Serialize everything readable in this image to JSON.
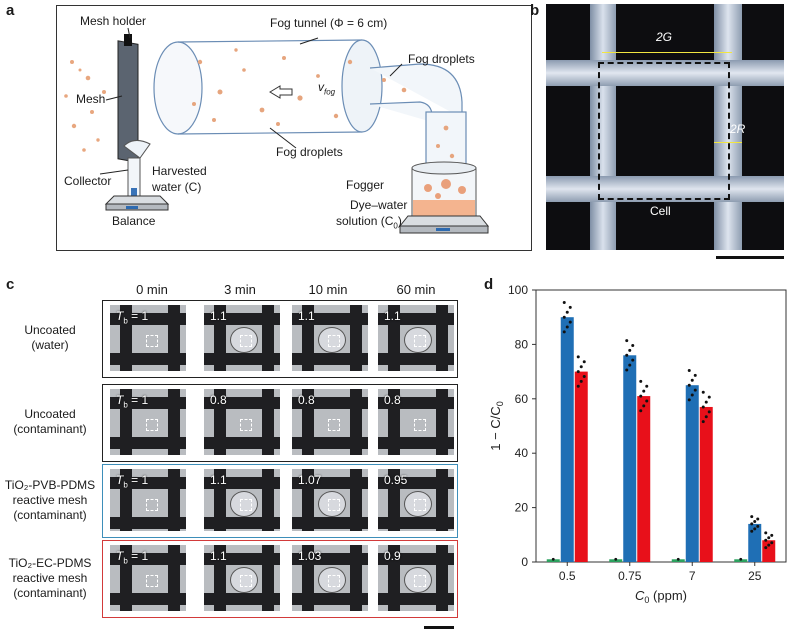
{
  "panel_labels": {
    "a": "a",
    "b": "b",
    "c": "c",
    "d": "d"
  },
  "panel_a": {
    "mesh_holder": "Mesh holder",
    "fog_tunnel": "Fog tunnel (Φ = 6 cm)",
    "fog_droplets_top": "Fog droplets",
    "mesh": "Mesh",
    "v_fog": "v",
    "v_fog_sub": "fog",
    "fog_droplets_bottom": "Fog droplets",
    "collector": "Collector",
    "harvested_1": "Harvested",
    "harvested_2": "water (C)",
    "balance": "Balance",
    "fogger": "Fogger",
    "dye_1": "Dye–water",
    "dye_2": "solution (C",
    "dye_2_sub": "0",
    "dye_2_end": ")"
  },
  "panel_b": {
    "label_2g": "2G",
    "label_2r": "2R",
    "label_cell": "Cell"
  },
  "panel_c": {
    "time_labels": [
      "0 min",
      "3 min",
      "10 min",
      "60 min"
    ],
    "rows": [
      {
        "label": [
          "Uncoated",
          "(water)"
        ],
        "values": [
          "1.1",
          "1.1",
          "1.1"
        ],
        "first": "= 1",
        "color": "#222222"
      },
      {
        "label": [
          "Uncoated",
          "(contaminant)"
        ],
        "values": [
          "0.8",
          "0.8",
          "0.8"
        ],
        "first": "= 1",
        "color": "#222222"
      },
      {
        "label": [
          "TiO₂-PVB-PDMS",
          "reactive mesh",
          "(contaminant)"
        ],
        "values": [
          "1.1",
          "1.07",
          "0.95"
        ],
        "first": "= 1",
        "color": "#3d8eb9"
      },
      {
        "label": [
          "TiO₂-EC-PDMS",
          "reactive mesh",
          "(contaminant)"
        ],
        "values": [
          "1.1",
          "1.03",
          "0.9"
        ],
        "first": "= 1",
        "color": "#d23a3a"
      }
    ],
    "symbol_t": "T",
    "symbol_sub": "b"
  },
  "chart_data": {
    "type": "bar",
    "categories": [
      "0.5",
      "0.75",
      "7",
      "25"
    ],
    "series": [
      {
        "values": [
          1,
          1,
          1,
          1
        ],
        "color": "#2ca25f"
      },
      {
        "values": [
          90,
          76,
          65,
          14
        ],
        "color": "#1f6fb5"
      },
      {
        "values": [
          70,
          61,
          57,
          8
        ],
        "color": "#e8101a"
      }
    ],
    "ylim": [
      0,
      100
    ],
    "yticks": [
      "0",
      "20",
      "40",
      "60",
      "80",
      "100"
    ],
    "ylabel": "1 − C/C",
    "ylabel_sub": "0",
    "xlabel": "C",
    "xlabel_sub": "0",
    "xlabel_unit": " (ppm)"
  }
}
